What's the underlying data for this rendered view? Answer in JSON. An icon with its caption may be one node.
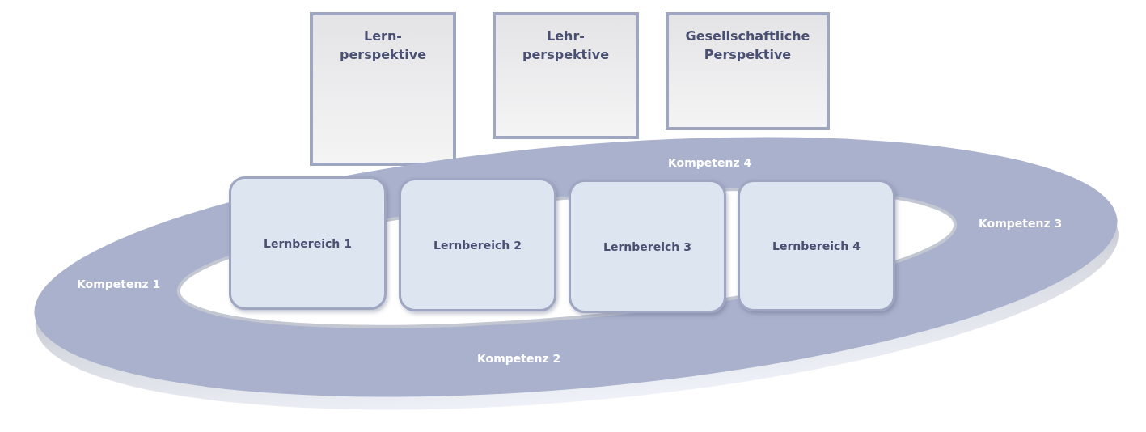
{
  "diagram": {
    "nodes": [
      {
        "text": [
          "Lern- perspektive"
        ]
      },
      {
        "text": [
          "Lehr- perspektive"
        ]
      },
      {
        "text": [
          "Gesellschaftliche Perspektive"
        ]
      },
      {
        "text": [
          "Kompetenz 4",
          "Kompetenz 3",
          "Kompetenz 1",
          "Kompetenz 2"
        ]
      },
      {
        "text": [
          "Lernbereich 1"
        ],
        "in": 3
      },
      {
        "text": [
          "Lernbereich 2"
        ],
        "in": 3
      },
      {
        "text": [
          "Lernbereich 3"
        ],
        "in": 3
      },
      {
        "text": [
          "Lernbereich 4"
        ],
        "in": 3
      }
    ]
  }
}
